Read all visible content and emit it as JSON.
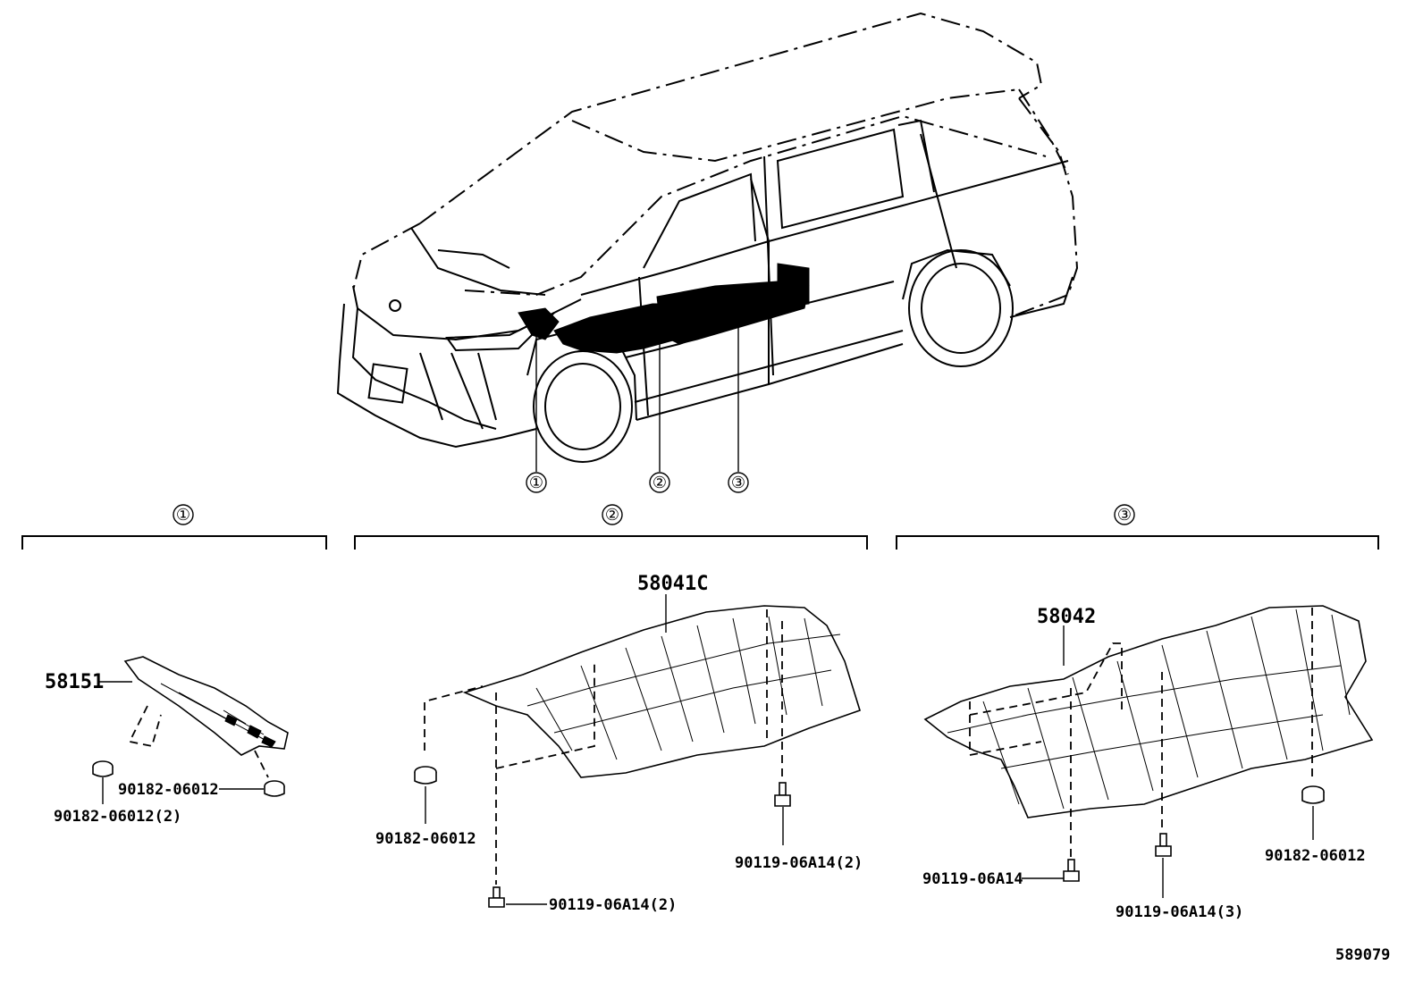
{
  "diagram_id": "589079",
  "callouts": {
    "c1": "①",
    "c2": "②",
    "c3": "③"
  },
  "sections": [
    {
      "callout": "①",
      "main_part": "58151",
      "fasteners": [
        "90182-06012",
        "90182-06012(2)"
      ]
    },
    {
      "callout": "②",
      "main_part": "58041C",
      "fasteners": [
        "90182-06012",
        "90119-06A14(2)",
        "90119-06A14(2)"
      ]
    },
    {
      "callout": "③",
      "main_part": "58042",
      "fasteners": [
        "90119-06A14",
        "90119-06A14(3)",
        "90182-06012"
      ]
    }
  ]
}
